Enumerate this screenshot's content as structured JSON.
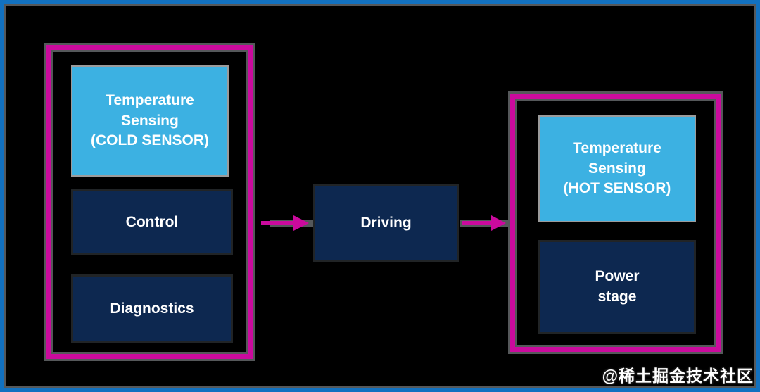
{
  "colors": {
    "frame_blue": "#1271c0",
    "outline_gray": "#55585a",
    "accent_magenta": "#cb0a9d",
    "block_light_blue": "#3cb1e2",
    "block_navy": "#0d2850",
    "text_white": "#ffffff"
  },
  "diagram": {
    "left_group": {
      "blocks": [
        {
          "label": "Temperature\nSensing\n(COLD SENSOR)"
        },
        {
          "label": "Control"
        },
        {
          "label": "Diagnostics"
        }
      ]
    },
    "center_block": {
      "label": "Driving"
    },
    "right_group": {
      "blocks": [
        {
          "label": "Temperature\nSensing\n(HOT SENSOR)"
        },
        {
          "label": "Power\nstage"
        }
      ]
    },
    "connectors": [
      {
        "from": "left-group",
        "to": "driving-block",
        "direction": "right"
      },
      {
        "from": "driving-block",
        "to": "right-group",
        "direction": "right"
      }
    ]
  },
  "page": {
    "watermark": "@稀土掘金技术社区"
  }
}
